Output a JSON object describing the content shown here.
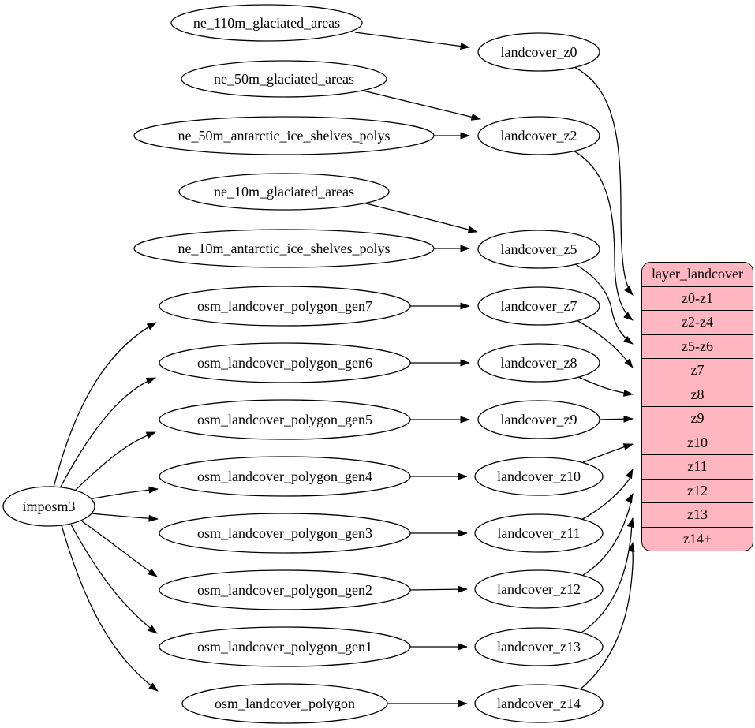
{
  "nodes": {
    "imposm3": "imposm3",
    "ne_110m_glaciated_areas": "ne_110m_glaciated_areas",
    "ne_50m_glaciated_areas": "ne_50m_glaciated_areas",
    "ne_50m_antarctic_ice_shelves_polys": "ne_50m_antarctic_ice_shelves_polys",
    "ne_10m_glaciated_areas": "ne_10m_glaciated_areas",
    "ne_10m_antarctic_ice_shelves_polys": "ne_10m_antarctic_ice_shelves_polys",
    "osm_landcover_polygon_gen7": "osm_landcover_polygon_gen7",
    "osm_landcover_polygon_gen6": "osm_landcover_polygon_gen6",
    "osm_landcover_polygon_gen5": "osm_landcover_polygon_gen5",
    "osm_landcover_polygon_gen4": "osm_landcover_polygon_gen4",
    "osm_landcover_polygon_gen3": "osm_landcover_polygon_gen3",
    "osm_landcover_polygon_gen2": "osm_landcover_polygon_gen2",
    "osm_landcover_polygon_gen1": "osm_landcover_polygon_gen1",
    "osm_landcover_polygon": "osm_landcover_polygon",
    "landcover_z0": "landcover_z0",
    "landcover_z2": "landcover_z2",
    "landcover_z5": "landcover_z5",
    "landcover_z7": "landcover_z7",
    "landcover_z8": "landcover_z8",
    "landcover_z9": "landcover_z9",
    "landcover_z10": "landcover_z10",
    "landcover_z11": "landcover_z11",
    "landcover_z12": "landcover_z12",
    "landcover_z13": "landcover_z13",
    "landcover_z14": "landcover_z14"
  },
  "table": {
    "title": "layer_landcover",
    "rows": [
      "z0-z1",
      "z2-z4",
      "z5-z6",
      "z7",
      "z8",
      "z9",
      "z10",
      "z11",
      "z12",
      "z13",
      "z14+"
    ]
  },
  "edges": [
    {
      "from": "imposm3",
      "to": "osm_landcover_polygon_gen7"
    },
    {
      "from": "imposm3",
      "to": "osm_landcover_polygon_gen6"
    },
    {
      "from": "imposm3",
      "to": "osm_landcover_polygon_gen5"
    },
    {
      "from": "imposm3",
      "to": "osm_landcover_polygon_gen4"
    },
    {
      "from": "imposm3",
      "to": "osm_landcover_polygon_gen3"
    },
    {
      "from": "imposm3",
      "to": "osm_landcover_polygon_gen2"
    },
    {
      "from": "imposm3",
      "to": "osm_landcover_polygon_gen1"
    },
    {
      "from": "imposm3",
      "to": "osm_landcover_polygon"
    },
    {
      "from": "ne_110m_glaciated_areas",
      "to": "landcover_z0"
    },
    {
      "from": "ne_50m_glaciated_areas",
      "to": "landcover_z2"
    },
    {
      "from": "ne_50m_antarctic_ice_shelves_polys",
      "to": "landcover_z2"
    },
    {
      "from": "ne_10m_glaciated_areas",
      "to": "landcover_z5"
    },
    {
      "from": "ne_10m_antarctic_ice_shelves_polys",
      "to": "landcover_z5"
    },
    {
      "from": "osm_landcover_polygon_gen7",
      "to": "landcover_z7"
    },
    {
      "from": "osm_landcover_polygon_gen6",
      "to": "landcover_z8"
    },
    {
      "from": "osm_landcover_polygon_gen5",
      "to": "landcover_z9"
    },
    {
      "from": "osm_landcover_polygon_gen4",
      "to": "landcover_z10"
    },
    {
      "from": "osm_landcover_polygon_gen3",
      "to": "landcover_z11"
    },
    {
      "from": "osm_landcover_polygon_gen2",
      "to": "landcover_z12"
    },
    {
      "from": "osm_landcover_polygon_gen1",
      "to": "landcover_z13"
    },
    {
      "from": "osm_landcover_polygon",
      "to": "landcover_z14"
    },
    {
      "from": "landcover_z0",
      "to": "z0-z1"
    },
    {
      "from": "landcover_z2",
      "to": "z2-z4"
    },
    {
      "from": "landcover_z5",
      "to": "z5-z6"
    },
    {
      "from": "landcover_z7",
      "to": "z7"
    },
    {
      "from": "landcover_z8",
      "to": "z8"
    },
    {
      "from": "landcover_z9",
      "to": "z9"
    },
    {
      "from": "landcover_z10",
      "to": "z10"
    },
    {
      "from": "landcover_z11",
      "to": "z11"
    },
    {
      "from": "landcover_z12",
      "to": "z12"
    },
    {
      "from": "landcover_z13",
      "to": "z13"
    },
    {
      "from": "landcover_z14",
      "to": "z14+"
    }
  ],
  "colors": {
    "table_fill": "#ffb6c1",
    "node_fill": "#ffffff",
    "stroke": "#000000"
  }
}
